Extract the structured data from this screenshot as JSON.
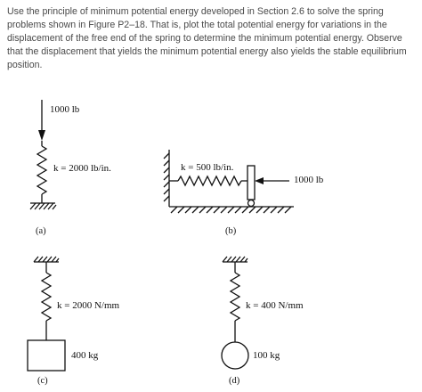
{
  "problem_text": "Use the principle of minimum potential energy developed in Section 2.6 to solve the spring problems shown in Figure P2–18. That is, plot the total potential energy for variations in the displacement of the free end of the spring to determine the minimum potential energy. Observe that the displacement that yields the minimum potential energy also yields the stable equilibrium position.",
  "figures": {
    "a": {
      "caption": "(a)",
      "force": "1000 lb",
      "stiffness": "k  =  2000 lb/in."
    },
    "b": {
      "caption": "(b)",
      "force": "1000 lb",
      "stiffness": "k  =  500 lb/in."
    },
    "c": {
      "caption": "(c)",
      "mass": "400 kg",
      "stiffness": "k  =  2000 N/mm"
    },
    "d": {
      "caption": "(d)",
      "mass": "100 kg",
      "stiffness": "k  =  400 N/mm"
    }
  },
  "colors": {
    "text": "#4a4a4a",
    "ink": "#111111"
  }
}
